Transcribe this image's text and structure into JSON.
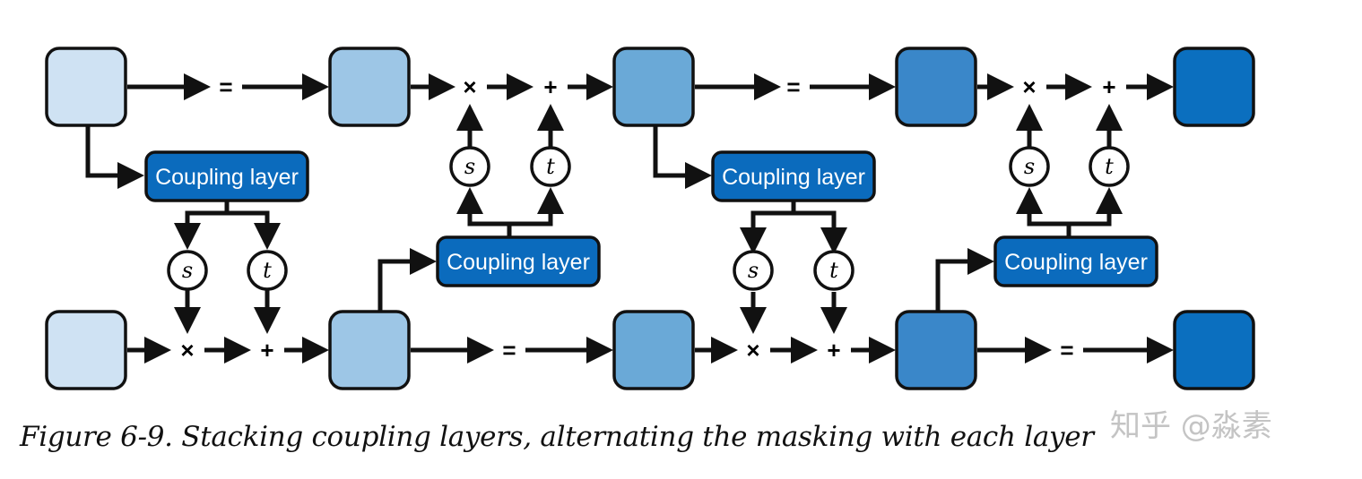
{
  "diagram": {
    "coupling_layer_label": "Coupling layer",
    "scale_label": "s",
    "translate_label": "t",
    "ops": {
      "equal": "=",
      "multiply": "×",
      "add": "+"
    },
    "colors": {
      "box_shades": [
        "#cfe2f3",
        "#9dc6e6",
        "#6aa9d7",
        "#3a87c9",
        "#0b6fbf"
      ],
      "coupling_fill": "#0b6bbd",
      "stroke": "#111111"
    }
  },
  "caption": "Figure 6-9. Stacking coupling layers, alternating the masking with each layer",
  "watermark": "知乎 @淼素"
}
